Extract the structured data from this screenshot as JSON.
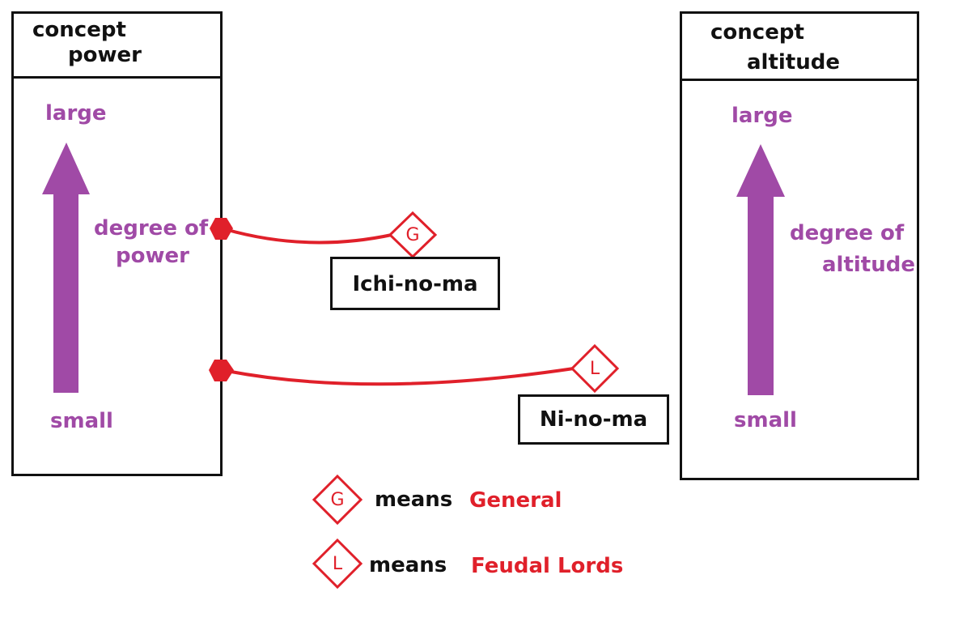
{
  "left_panel": {
    "title_line1": "concept",
    "title_line2": "power",
    "top_label": "large",
    "middle_label_line1": "degree of",
    "middle_label_line2": "power",
    "bottom_label": "small"
  },
  "right_panel": {
    "title_line1": "concept",
    "title_line2": "altitude",
    "top_label": "large",
    "middle_label_line1": "degree of",
    "middle_label_line2": "altitude",
    "bottom_label": "small"
  },
  "nodes": [
    {
      "marker": "G",
      "label": "Ichi-no-ma"
    },
    {
      "marker": "L",
      "label": "Ni-no-ma"
    }
  ],
  "legend": [
    {
      "marker": "G",
      "verb": "means",
      "meaning": "General"
    },
    {
      "marker": "L",
      "verb": "means",
      "meaning": "Feudal Lords"
    }
  ],
  "colors": {
    "purple": "#a04aa6",
    "red": "#e0202a",
    "black": "#111111"
  }
}
